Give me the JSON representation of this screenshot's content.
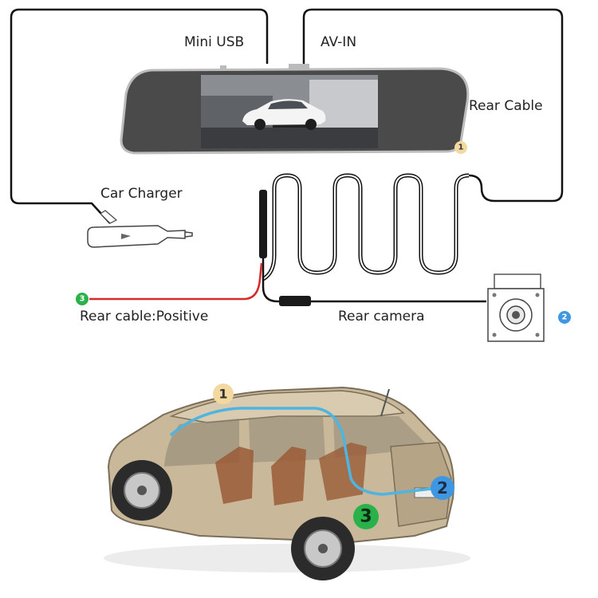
{
  "labels": {
    "mini_usb": "Mini USB",
    "av_in": "AV-IN",
    "rear_cable": "Rear Cable",
    "car_charger": "Car Charger",
    "rear_cable_positive": "Rear cable:Positive",
    "rear_camera": "Rear camera"
  },
  "markers": {
    "one": "1",
    "two": "2",
    "three": "3"
  },
  "colors": {
    "cable": "#111111",
    "positive_wire": "#d42a2a",
    "marker_1": "#f3d9a0",
    "marker_2": "#3f97e2",
    "marker_3": "#2ab24a",
    "route_line": "#4fb4e0"
  }
}
